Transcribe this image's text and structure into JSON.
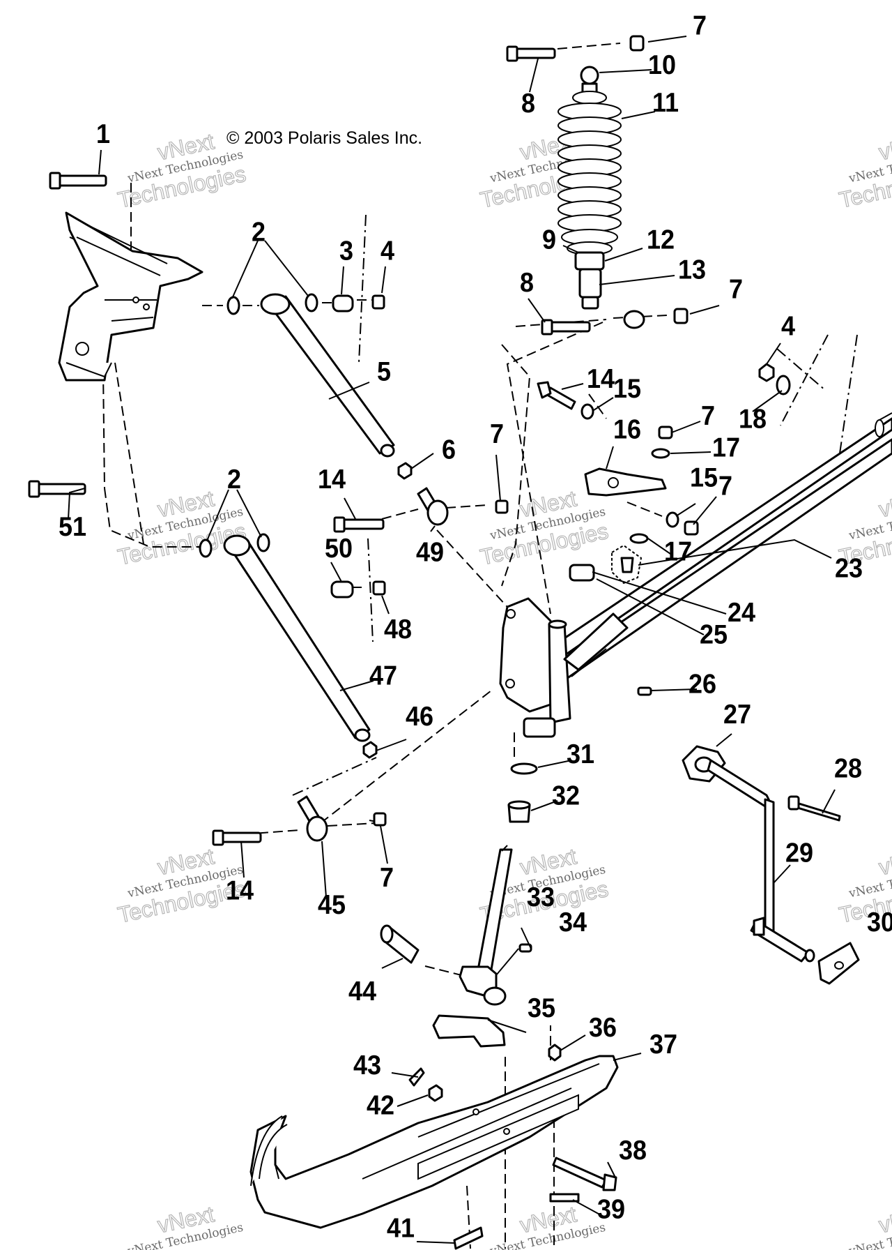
{
  "copyright": "© 2003 Polaris Sales Inc.",
  "watermark": {
    "line1": "vNext",
    "line2": "vNext Technologies",
    "line3": "Technologies"
  },
  "callouts": [
    {
      "id": "c1",
      "text": "1"
    },
    {
      "id": "c2a",
      "text": "2"
    },
    {
      "id": "c3",
      "text": "3"
    },
    {
      "id": "c4a",
      "text": "4"
    },
    {
      "id": "c5",
      "text": "5"
    },
    {
      "id": "c6",
      "text": "6"
    },
    {
      "id": "c7a",
      "text": "7"
    },
    {
      "id": "c8a",
      "text": "8"
    },
    {
      "id": "c10",
      "text": "10"
    },
    {
      "id": "c11",
      "text": "11"
    },
    {
      "id": "c9",
      "text": "9"
    },
    {
      "id": "c12",
      "text": "12"
    },
    {
      "id": "c13",
      "text": "13"
    },
    {
      "id": "c8b",
      "text": "8"
    },
    {
      "id": "c7b",
      "text": "7"
    },
    {
      "id": "c4b",
      "text": "4"
    },
    {
      "id": "c18",
      "text": "18"
    },
    {
      "id": "c14a",
      "text": "14"
    },
    {
      "id": "c15a",
      "text": "15"
    },
    {
      "id": "c16",
      "text": "16"
    },
    {
      "id": "c7c",
      "text": "7"
    },
    {
      "id": "c17a",
      "text": "17"
    },
    {
      "id": "c15b",
      "text": "15"
    },
    {
      "id": "c7d",
      "text": "7"
    },
    {
      "id": "c17b",
      "text": "17"
    },
    {
      "id": "c23",
      "text": "23"
    },
    {
      "id": "c24",
      "text": "24"
    },
    {
      "id": "c25",
      "text": "25"
    },
    {
      "id": "c26",
      "text": "26"
    },
    {
      "id": "c27",
      "text": "27"
    },
    {
      "id": "c28",
      "text": "28"
    },
    {
      "id": "c29",
      "text": "29"
    },
    {
      "id": "c30",
      "text": "30"
    },
    {
      "id": "c7e",
      "text": "7"
    },
    {
      "id": "c49",
      "text": "49"
    },
    {
      "id": "c14b",
      "text": "14"
    },
    {
      "id": "c2b",
      "text": "2"
    },
    {
      "id": "c51",
      "text": "51"
    },
    {
      "id": "c50",
      "text": "50"
    },
    {
      "id": "c48",
      "text": "48"
    },
    {
      "id": "c47",
      "text": "47"
    },
    {
      "id": "c46",
      "text": "46"
    },
    {
      "id": "c31",
      "text": "31"
    },
    {
      "id": "c32",
      "text": "32"
    },
    {
      "id": "c33",
      "text": "33"
    },
    {
      "id": "c34",
      "text": "34"
    },
    {
      "id": "c14c",
      "text": "14"
    },
    {
      "id": "c45",
      "text": "45"
    },
    {
      "id": "c7f",
      "text": "7"
    },
    {
      "id": "c44",
      "text": "44"
    },
    {
      "id": "c35",
      "text": "35"
    },
    {
      "id": "c36",
      "text": "36"
    },
    {
      "id": "c37",
      "text": "37"
    },
    {
      "id": "c43",
      "text": "43"
    },
    {
      "id": "c42",
      "text": "42"
    },
    {
      "id": "c38",
      "text": "38"
    },
    {
      "id": "c39",
      "text": "39"
    },
    {
      "id": "c41",
      "text": "41"
    }
  ]
}
